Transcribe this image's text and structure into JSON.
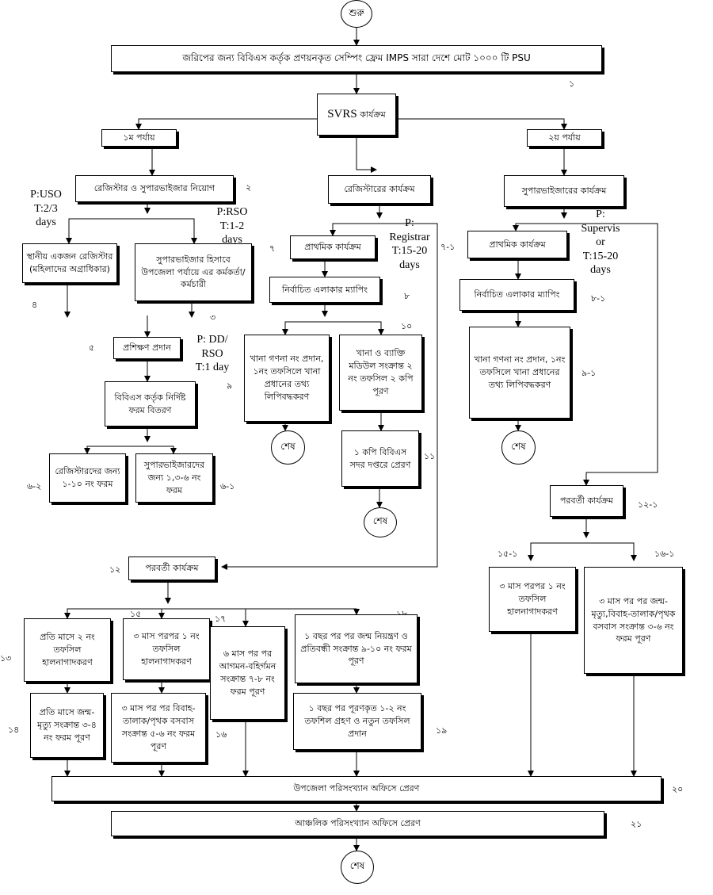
{
  "nodes": {
    "start": "শুরু",
    "frame": "জরিপের জন্য বিবিএস  কর্তৃক প্রণয়নকৃত সেম্পিং ফ্রেম IMPS  সারা দেশে  মোট ১০০০ টি  PSU",
    "svrs_prefix": "SVRS",
    "svrs_suffix": " কার্যক্রম",
    "phase1": "১ম পর্যায়",
    "phase2": "২য় পর্যায়",
    "appoint": "রেজিস্টার ও সুপারভাইজার নিয়োগ",
    "local_registrar": "স্থানীয় একজন রেজিস্টার (মহিলাদের অগ্রাধিকার)",
    "supervisor_officer": "সুপারভাইজার হিসাবে উপজেলা পর্যায়ে এর কর্মকর্তা/কর্মচারী",
    "training": "প্রশিক্ষণ প্রদান",
    "forms_distribution": "বিবিএস কর্তৃক নির্দিষ্ট ফরম বিতরণ",
    "forms_registrar": "রেজিস্টারদের জন্য ১-১০ নং ফরম",
    "forms_supervisor": "সুপারভাইজারদের জন্য ১,৩-৬ নং ফরম",
    "registrar_program": "রেজিস্টারের কার্যক্রম",
    "r_primary": "প্রাথমিক কার্যক্রম",
    "r_mapping": "নির্বাচিত এলাকার ম্যাপিং",
    "r_house_numbering": "খানা গণনা নং প্রদান, ১নং তফসিলে খানা প্রধানের তথ্য লিপিবদ্ধকরণ",
    "r_module": "খানা ও ব্যাক্তি মডিউল সংক্রান্ত ২ নং তফসিল ২ কপি পূরণ",
    "r_copy_send": "১ কপি বিবিএস সদর দপ্তরে প্রেরণ",
    "supervisor_program": "সুপারভাইজারের কার্যক্রম",
    "s_primary": "প্রাথমিক কার্যক্রম",
    "s_mapping": "নির্বাচিত এলাকার ম্যাপিং",
    "s_house_numbering": "খানা গণনা নং প্রদান, ১নং তফসিলে খানা প্রধানের তথ্য লিপিবদ্ধকরণ",
    "end": "শেষ",
    "next_left": "পরবর্তী কার্যক্রম",
    "monthly_update": "প্রতি মাসে ২ নং তফসিল হালনাগাদকরণ",
    "monthly_birth_death": "প্রতি মাসে জন্ম-মৃত্যু সংক্রান্ত ৩-৪ নং ফরম পূরণ",
    "quarterly_update": "৩ মাস  পরপর ১ নং তফসিল হালনাগাদকরণ",
    "quarterly_marriage": "৩ মাস পর পর বিবাহ-তালাক/পৃথক বসবাস সংক্রান্ত ৫-৬ নং ফরম পূরণ",
    "six_month_migration": "৬ মাস পর পর আগমন-বহির্গমন সংক্রান্ত ৭-৮ নং ফরম পূরণ",
    "yearly_contraception": "১ বছর পর পর জন্ম নিয়ন্ত্রণ ও প্রতিবন্ধী সংক্রান্ত ৯-১০ নং ফরম পূরণ",
    "yearly_collect": "১ বছর পর পূরণকৃত ১-২ নং তফশিল গ্রহণ ও নতুন তফসিল প্রদান",
    "next_right": "পরবর্তী কার্যক্রম",
    "r_quarterly_update": "৩ মাস পরপর  ১ নং তফসিল হালনাগাদকরণ",
    "r_quarterly_forms": "৩ মাস পর পর  জন্ম-মৃত্যু,বিবাহ-তালাক/পৃথক বসবাস সংক্রান্ত ৩-৬ নং ফরম পূরণ",
    "upazila_office": "উপজেলা পরিসংখ্যান অফিসে প্রেরণ",
    "regional_office": "আঞ্চলিক পরিসংখ্যান অফিসে প্রেরণ"
  },
  "step_numbers": {
    "n1": "১",
    "n2": "২",
    "n3": "৩",
    "n4": "৪",
    "n5": "৫",
    "n6_2": "৬-২",
    "n6_1": "৬-১",
    "n7": "৭",
    "n7_1": "৭-১",
    "n8": "৮",
    "n8_1": "৮-১",
    "n9": "৯",
    "n9_1": "৯-১",
    "n10": "১০",
    "n11": "১১",
    "n12": "১২",
    "n12_1": "১২-১",
    "n13": "১৩",
    "n14": "১৪",
    "n15": "১৫",
    "n15_1": "১৫-১",
    "n16": "১৬",
    "n16_1": "১৬-১",
    "n17": "১৭",
    "n18": "১৮",
    "n19": "১৯",
    "n20": "২০",
    "n21": "২১"
  },
  "notes": {
    "uso": "P:USO\nT:2/3\ndays",
    "rso": "P:RSO\nT:1-2\ndays",
    "registrar": "P:\nRegistrar\nT:15-20\ndays",
    "supervisor": "P:\nSupervis\nor\nT:15-20\ndays",
    "dd": "P: DD/\nRSO\nT:1 day"
  }
}
